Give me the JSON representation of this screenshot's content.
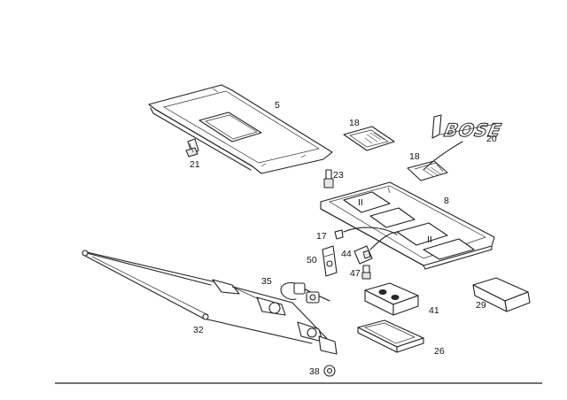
{
  "diagram": {
    "logo_text": "BOSE",
    "callouts": {
      "c5": "5",
      "c18a": "18",
      "c18b": "18",
      "c20": "20",
      "c21": "21",
      "c23": "23",
      "c8": "8",
      "c17": "17",
      "c44": "44",
      "c50": "50",
      "c47": "47",
      "c35": "35",
      "c41": "41",
      "c29": "29",
      "c32": "32",
      "c26": "26",
      "c38": "38"
    }
  }
}
